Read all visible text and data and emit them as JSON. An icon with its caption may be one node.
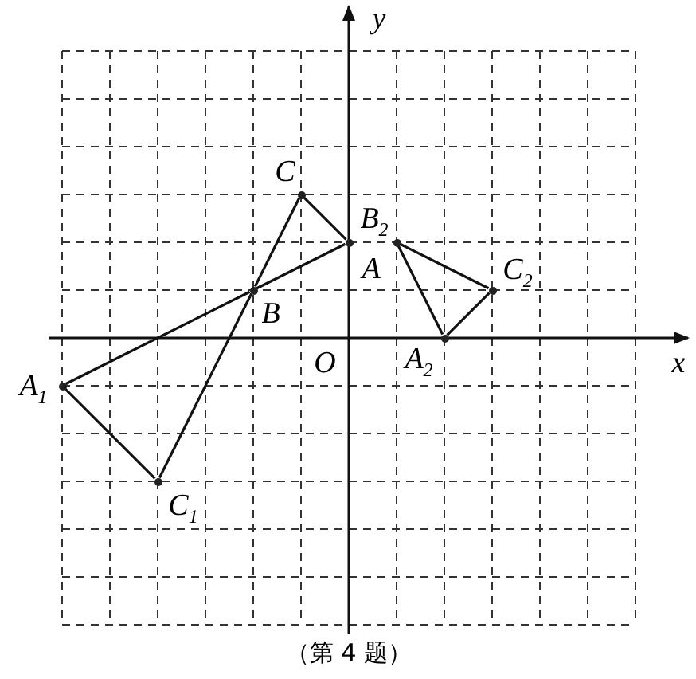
{
  "diagram": {
    "caption": "（第 4 题）",
    "nodes": [
      {
        "text": [
          "C"
        ]
      },
      {
        "text": [
          "A"
        ]
      },
      {
        "text": [
          "B"
        ]
      },
      {
        "text": [
          "A$_{1}$"
        ]
      },
      {
        "text": [
          "C$_{1}$"
        ]
      },
      {
        "text": [
          "B$_{2}$"
        ]
      },
      {
        "text": [
          "C$_{2}$"
        ]
      },
      {
        "text": [
          "A$_{2}$"
        ]
      }
    ],
    "edges": [
      {
        "from": 3,
        "to": 2,
        "arrow": "none"
      },
      {
        "from": 2,
        "to": 1,
        "arrow": "none"
      },
      {
        "from": 4,
        "to": 2,
        "arrow": "none"
      },
      {
        "from": 2,
        "to": 0,
        "arrow": "none"
      },
      {
        "from": 0,
        "to": 1,
        "arrow": "none"
      },
      {
        "from": 3,
        "to": 4,
        "arrow": "none"
      },
      {
        "from": 5,
        "to": 6,
        "arrow": "none"
      },
      {
        "from": 6,
        "to": 7,
        "arrow": "none"
      },
      {
        "from": 7,
        "to": 5,
        "arrow": "none"
      }
    ],
    "labels": [
      "y",
      "x",
      "O"
    ]
  }
}
